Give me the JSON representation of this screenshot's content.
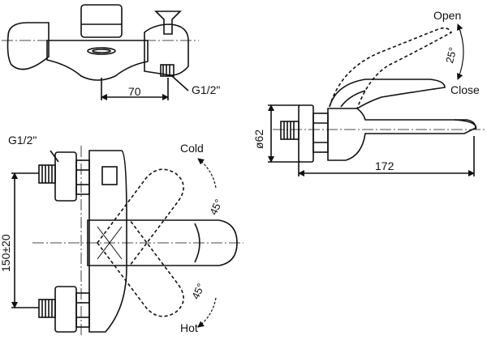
{
  "drawing": {
    "top_view": {
      "dim_width": "70",
      "thread": "G1/2\""
    },
    "side_view": {
      "open_label": "Open",
      "close_label": "Close",
      "angle": "25°",
      "dim_diameter": "ø62",
      "dim_length": "172"
    },
    "front_view": {
      "thread": "G1/2\"",
      "cold_label": "Cold",
      "hot_label": "Hot",
      "angle_cold": "45°",
      "angle_hot": "45°",
      "dim_centers": "150±20"
    }
  }
}
